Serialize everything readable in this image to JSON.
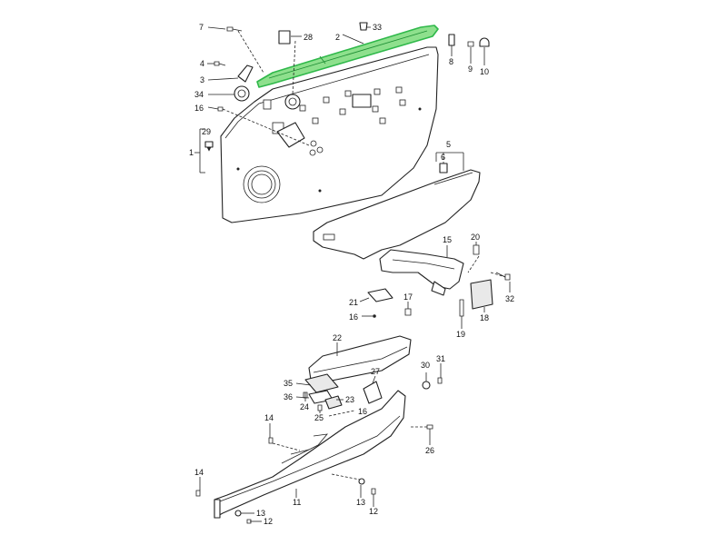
{
  "diagram": {
    "highlighted_part": "2",
    "highlight_color": "#8ee08d",
    "callouts": [
      {
        "id": "c7",
        "text": "7"
      },
      {
        "id": "c28",
        "text": "28"
      },
      {
        "id": "c2",
        "text": "2"
      },
      {
        "id": "c33",
        "text": "33"
      },
      {
        "id": "c8",
        "text": "8"
      },
      {
        "id": "c9",
        "text": "9"
      },
      {
        "id": "c10",
        "text": "10"
      },
      {
        "id": "c4",
        "text": "4"
      },
      {
        "id": "c3",
        "text": "3"
      },
      {
        "id": "c34",
        "text": "34"
      },
      {
        "id": "c16a",
        "text": "16"
      },
      {
        "id": "c29",
        "text": "29"
      },
      {
        "id": "c1",
        "text": "1"
      },
      {
        "id": "c5",
        "text": "5"
      },
      {
        "id": "c6",
        "text": "6"
      },
      {
        "id": "c20",
        "text": "20"
      },
      {
        "id": "c15",
        "text": "15"
      },
      {
        "id": "c32",
        "text": "32"
      },
      {
        "id": "c21",
        "text": "21"
      },
      {
        "id": "c17",
        "text": "17"
      },
      {
        "id": "c16b",
        "text": "16"
      },
      {
        "id": "c18",
        "text": "18"
      },
      {
        "id": "c19",
        "text": "19"
      },
      {
        "id": "c22",
        "text": "22"
      },
      {
        "id": "c31",
        "text": "31"
      },
      {
        "id": "c30",
        "text": "30"
      },
      {
        "id": "c35",
        "text": "35"
      },
      {
        "id": "c27",
        "text": "27"
      },
      {
        "id": "c36",
        "text": "36"
      },
      {
        "id": "c23",
        "text": "23"
      },
      {
        "id": "c24",
        "text": "24"
      },
      {
        "id": "c25",
        "text": "25"
      },
      {
        "id": "c16c",
        "text": "16"
      },
      {
        "id": "c14a",
        "text": "14"
      },
      {
        "id": "c26",
        "text": "26"
      },
      {
        "id": "c14b",
        "text": "14"
      },
      {
        "id": "c11",
        "text": "11"
      },
      {
        "id": "c13a",
        "text": "13"
      },
      {
        "id": "c12a",
        "text": "12"
      },
      {
        "id": "c13b",
        "text": "13"
      },
      {
        "id": "c12b",
        "text": "12"
      }
    ]
  }
}
